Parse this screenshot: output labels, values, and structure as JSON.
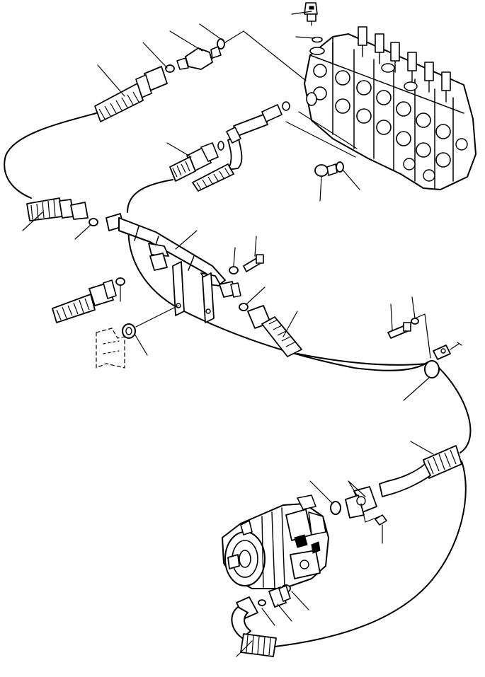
{
  "diagram": {
    "kind": "exploded parts diagram",
    "printed_text": [],
    "colors": {
      "line": "#000000",
      "background": "#ffffff"
    },
    "assemblies": [
      "control-valve",
      "hydraulic-pump",
      "tee-block",
      "hose",
      "hose-clamp",
      "adapter",
      "o-ring",
      "plug",
      "bolt",
      "washer",
      "bracket",
      "pressure-switch"
    ]
  }
}
